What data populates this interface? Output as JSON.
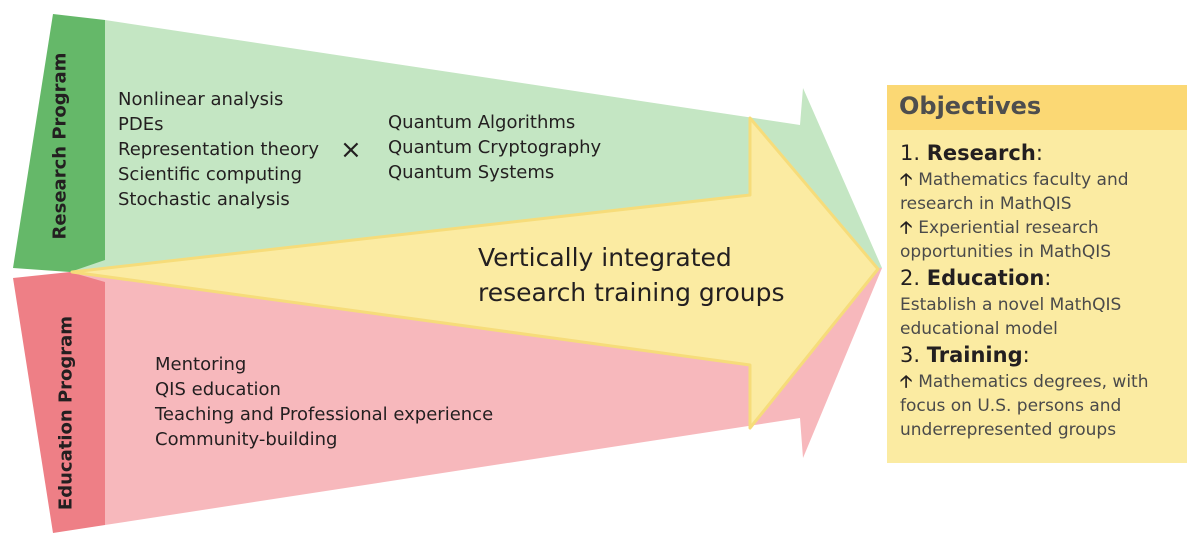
{
  "colors": {
    "research_band": "#65b869",
    "research_arrow": "#c4e6c3",
    "education_band": "#ee7f86",
    "education_arrow": "#f7b8bc",
    "integration_arrow": "#fbeba2",
    "integration_border": "#f6dc7a",
    "objectives_header": "#fbd874",
    "objectives_body": "#fbeba2"
  },
  "research_program": {
    "label": "Research Program",
    "math_topics": [
      "Nonlinear analysis",
      "PDEs",
      "Representation theory",
      "Scientific computing",
      "Stochastic analysis"
    ],
    "operator": "×",
    "quantum_topics": [
      "Quantum Algorithms",
      "Quantum Cryptography",
      "Quantum Systems"
    ]
  },
  "education_program": {
    "label": "Education Program",
    "topics": [
      "Mentoring",
      "QIS education",
      "Teaching and Professional experience",
      "Community-building"
    ]
  },
  "integration": {
    "lines": [
      "Vertically integrated",
      "research training groups"
    ]
  },
  "objectives": {
    "title": "Objectives",
    "items": [
      {
        "number": "1.",
        "heading": "Research",
        "suffix": ":",
        "lines": [
          {
            "icon": "up-arrow-icon",
            "text": "Mathematics faculty and"
          },
          {
            "icon": "",
            "text": "research in MathQIS"
          },
          {
            "icon": "up-arrow-icon",
            "text": "Experiential research"
          },
          {
            "icon": "",
            "text": "opportunities in MathQIS"
          }
        ]
      },
      {
        "number": "2.",
        "heading": "Education",
        "suffix": ":",
        "lines": [
          {
            "icon": "",
            "text": "Establish a novel MathQIS"
          },
          {
            "icon": "",
            "text": "educational model"
          }
        ]
      },
      {
        "number": "3.",
        "heading": "Training",
        "suffix": ":",
        "lines": [
          {
            "icon": "up-arrow-icon",
            "text": "Mathematics degrees, with"
          },
          {
            "icon": "",
            "text": "focus on U.S. persons and"
          },
          {
            "icon": "",
            "text": "underrepresented groups"
          }
        ]
      }
    ]
  }
}
